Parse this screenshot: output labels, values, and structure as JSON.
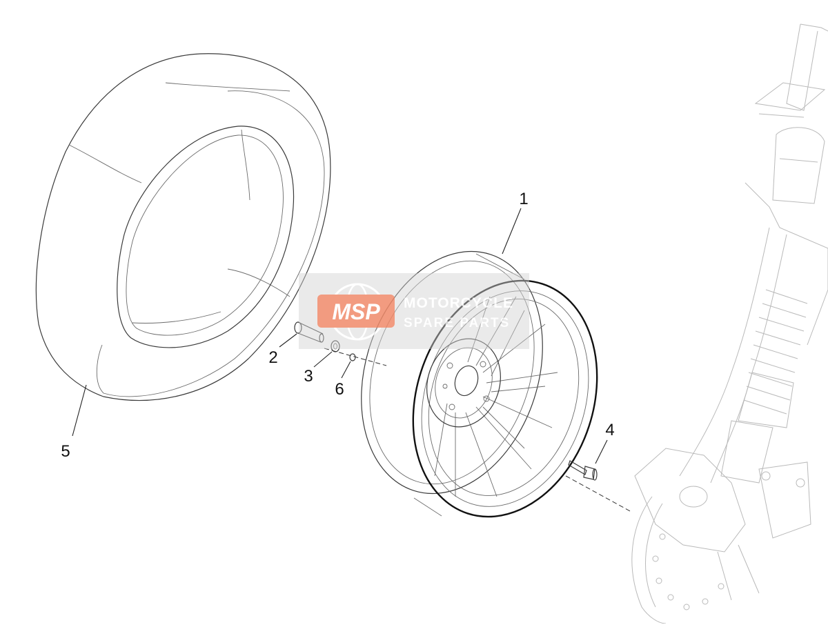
{
  "diagram": {
    "callouts": [
      {
        "id": "1",
        "label": "1"
      },
      {
        "id": "2",
        "label": "2"
      },
      {
        "id": "3",
        "label": "3"
      },
      {
        "id": "4",
        "label": "4"
      },
      {
        "id": "5",
        "label": "5"
      },
      {
        "id": "6",
        "label": "6"
      }
    ]
  },
  "watermark": {
    "logo_text": "MSP",
    "line1": "MOTORCYCLE",
    "line2": "SPARE PARTS",
    "badge_color": "#f08a6a",
    "globe_color": "#ffffff"
  }
}
